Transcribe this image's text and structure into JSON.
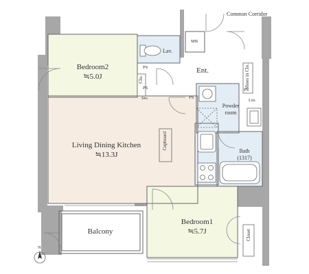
{
  "header": {
    "corridor": "Common Corridor"
  },
  "rooms": {
    "bedroom2": {
      "name": "Bedroom2",
      "size": "≒5.0J"
    },
    "ldk": {
      "name": "Living Dining Kitchen",
      "size": "≒13.3J"
    },
    "bedroom1": {
      "name": "Bedroom1",
      "size": "≒5.7J"
    },
    "balcony": {
      "name": "Balcony"
    },
    "entrance": {
      "name": "Ent."
    },
    "powder": {
      "line1": "Powder",
      "line2": "room"
    },
    "bath": {
      "line1": "Bath",
      "line2": "(1317)"
    },
    "lav": {
      "name": "Lav."
    }
  },
  "fixtures": {
    "mb": "MB",
    "ps_top": "PS",
    "ps_hall": "PS",
    "ps_kitchen": "PS",
    "clo_small": "Clo.",
    "sto": "Sto.",
    "shoes": "Shoes in Clo.",
    "lin": "Lin.",
    "cupboard": "Cupboard",
    "closet": "Closet"
  },
  "compass": {
    "north": "N"
  },
  "colors": {
    "wall": "#a7a7a7",
    "ldk_floor": "#f7ece2",
    "bedroom_floor": "#f4f7e2",
    "wet_floor": "#e3edf5",
    "outline": "#666666"
  }
}
